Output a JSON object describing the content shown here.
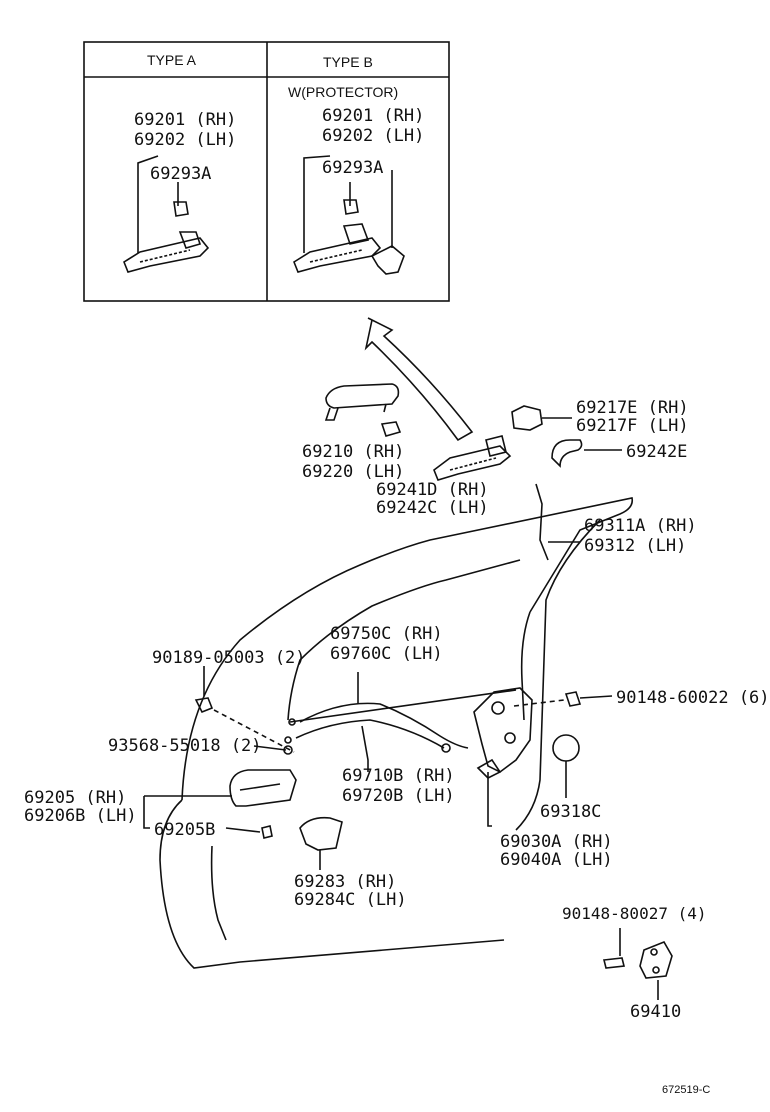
{
  "inset": {
    "type_a": {
      "header": "TYPE A",
      "part_rh": "69201 (RH)",
      "part_lh": "69202 (LH)",
      "sub_part": "69293A"
    },
    "type_b": {
      "header": "TYPE B",
      "note": "W(PROTECTOR)",
      "part_rh": "69201 (RH)",
      "part_lh": "69202 (LH)",
      "sub_part": "69293A"
    }
  },
  "callouts": {
    "handle_rh": "69210 (RH)",
    "handle_lh": "69220 (LH)",
    "frame_rh": "69241D (RH)",
    "frame_lh": "69242C (LH)",
    "cover_rh": "69217E (RH)",
    "cover_lh": "69217F (LH)",
    "pad": "69242E",
    "rod_rh": "69311A (RH)",
    "rod_lh": "69312 (LH)",
    "cable_upper_rh": "69750C (RH)",
    "cable_upper_lh": "69760C (LH)",
    "clip": "90189-05003 (2)",
    "screw_93568": "93568-55018 (2)",
    "screw_90148_6": "90148-60022 (6)",
    "grommet": "69318C",
    "cable_lower_rh": "69710B (RH)",
    "cable_lower_lh": "69720B (LH)",
    "inner_handle_rh": "69205 (RH)",
    "inner_handle_lh": "69206B (LH)",
    "inner_handle_sub": "69205B",
    "lock_rh": "69030A (RH)",
    "lock_lh": "69040A (LH)",
    "bezel_rh": "69283 (RH)",
    "bezel_lh": "69284C (LH)",
    "striker_screw": "90148-80027 (4)",
    "striker": "69410"
  },
  "figure_code": "672519-C"
}
